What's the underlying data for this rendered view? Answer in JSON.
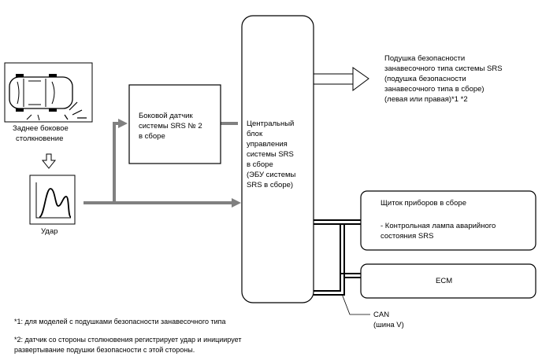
{
  "event": {
    "label_line1": "Заднее боковое",
    "label_line2": "столкновение"
  },
  "impact": {
    "label": "Удар"
  },
  "side_sensor": {
    "line1": "Боковой датчик",
    "line2": "системы SRS № 2",
    "line3": "в сборе"
  },
  "center_unit": {
    "line1": "Центральный",
    "line2": "блок",
    "line3": "управления",
    "line4": "системы SRS",
    "line5": "в сборе",
    "line6": "(ЭБУ системы",
    "line7": "SRS в сборе)"
  },
  "curtain_airbag": {
    "line1": "Подушка безопасности",
    "line2": "занавесочного типа системы SRS",
    "line3": "(подушка безопасности",
    "line4": "занавесочного типа в сборе)",
    "line5": "(левая или правая)*1 *2"
  },
  "meter": {
    "title": "Щиток приборов в сборе",
    "item_line1": "- Контрольная лампа аварийного",
    "item_line2": "состояния SRS"
  },
  "ecm": {
    "label": "ECM"
  },
  "can": {
    "line1": "CAN",
    "line2": "(шина V)"
  },
  "notes": {
    "note1": "*1: для моделей с подушками безопасности занавесочного типа",
    "note2_line1": "*2: датчик со стороны столкновения регистрирует удар и инициирует",
    "note2_line2": "развертывание подушки безопасности с этой стороны."
  }
}
